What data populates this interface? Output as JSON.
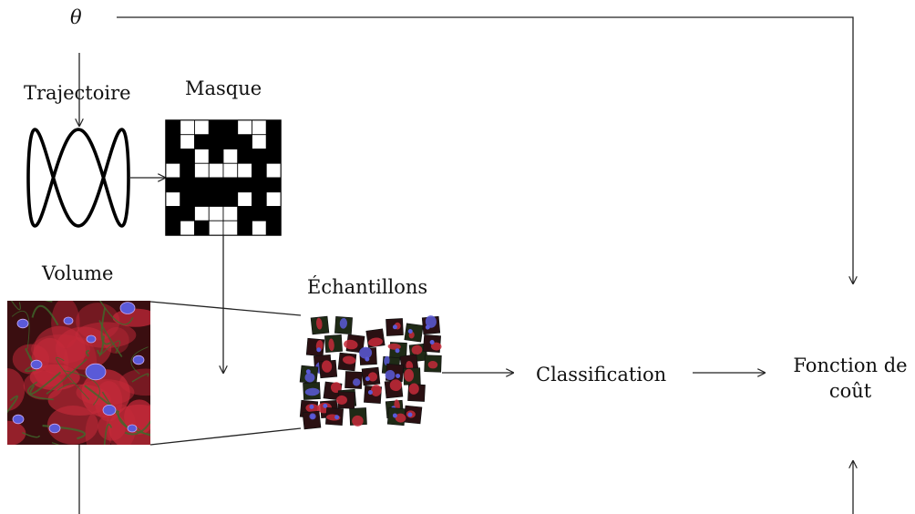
{
  "labels": {
    "theta": "θ",
    "trajectory": "Trajectoire",
    "mask": "Masque",
    "volume": "Volume",
    "samples": "Échantillons",
    "classification": "Classification",
    "cost_line1": "Fonction de",
    "cost_line2": "coût"
  },
  "mask_grid": [
    [
      1,
      0,
      0,
      1,
      1,
      0,
      0,
      1
    ],
    [
      1,
      0,
      1,
      1,
      1,
      1,
      0,
      1
    ],
    [
      1,
      1,
      0,
      1,
      0,
      1,
      1,
      1
    ],
    [
      0,
      1,
      0,
      0,
      0,
      0,
      1,
      0
    ],
    [
      1,
      1,
      1,
      1,
      1,
      1,
      1,
      1
    ],
    [
      0,
      1,
      1,
      1,
      1,
      0,
      1,
      0
    ],
    [
      1,
      1,
      0,
      0,
      0,
      1,
      1,
      1
    ],
    [
      1,
      0,
      1,
      0,
      0,
      1,
      0,
      1
    ]
  ],
  "colors": {
    "line": "#222222",
    "mask_on": "#000000",
    "mask_off": "#ffffff",
    "volume_bg": "#3a0e10",
    "cell_red": "#c62a3a",
    "nucleus": "#5a5ad8",
    "fiber": "#3f6a2c"
  }
}
